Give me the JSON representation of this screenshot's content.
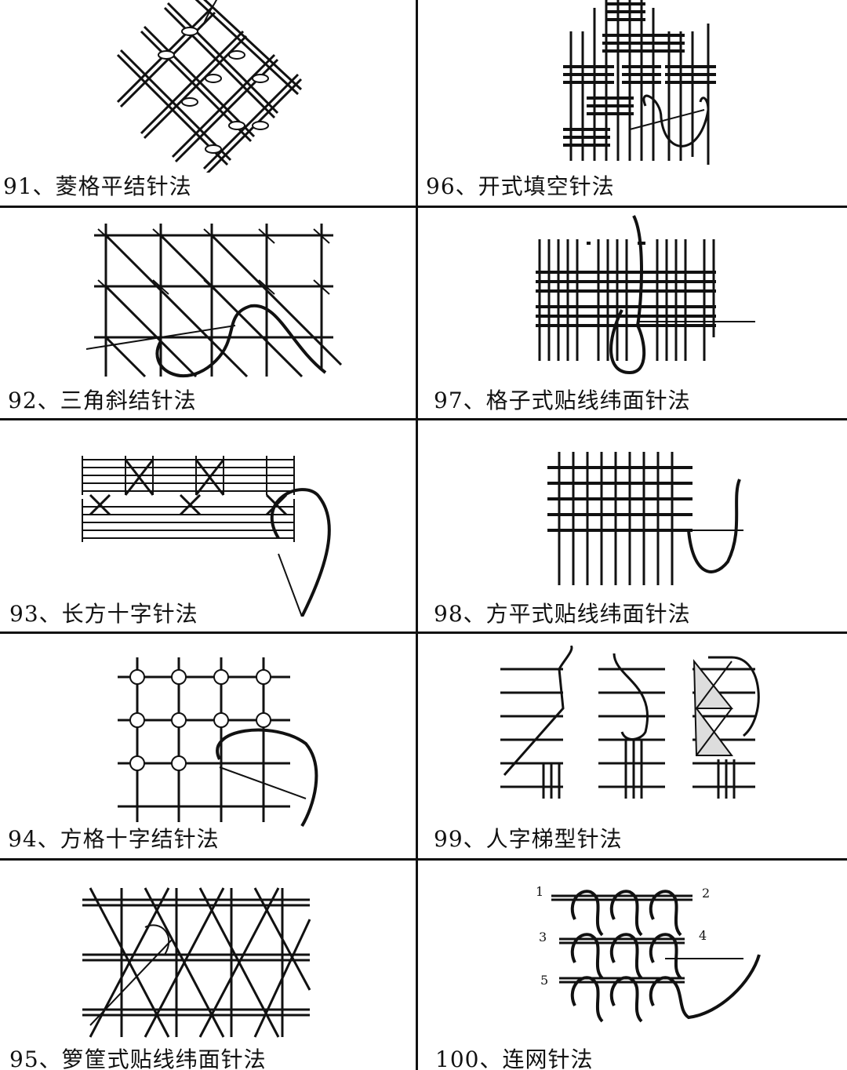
{
  "cells": [
    {
      "num": "91",
      "sep": "、",
      "title": "菱格平结针法",
      "icon": "diamond-lattice-tie-icon"
    },
    {
      "num": "92",
      "sep": "、",
      "title": "三角斜结针法",
      "icon": "triangle-diagonal-tie-icon"
    },
    {
      "num": "93",
      "sep": "、",
      "title": "长方十字针法",
      "icon": "rectangle-cross-stitch-icon"
    },
    {
      "num": "94",
      "sep": "、",
      "title": "方格十字结针法",
      "icon": "square-grid-cross-tie-icon"
    },
    {
      "num": "95",
      "sep": "、",
      "title": "箩筐式贴线纬面针法",
      "icon": "basket-couching-icon"
    },
    {
      "num": "96",
      "sep": "、",
      "title": "开式填空针法",
      "icon": "open-filling-stitch-icon"
    },
    {
      "num": "97",
      "sep": "、",
      "title": "格子式贴线纬面针法",
      "icon": "checker-couching-icon"
    },
    {
      "num": "98",
      "sep": "、",
      "title": "方平式贴线纬面针法",
      "icon": "plain-weave-couching-icon"
    },
    {
      "num": "99",
      "sep": "、",
      "title": "人字梯型针法",
      "icon": "herringbone-ladder-icon"
    },
    {
      "num": "100",
      "sep": "、",
      "title": "连网针法",
      "icon": "connected-net-stitch-icon"
    }
  ],
  "labels100": [
    "1",
    "2",
    "3",
    "4",
    "5"
  ],
  "colors": {
    "line": "#111111",
    "background": "#ffffff",
    "shade": "#dddddd"
  }
}
